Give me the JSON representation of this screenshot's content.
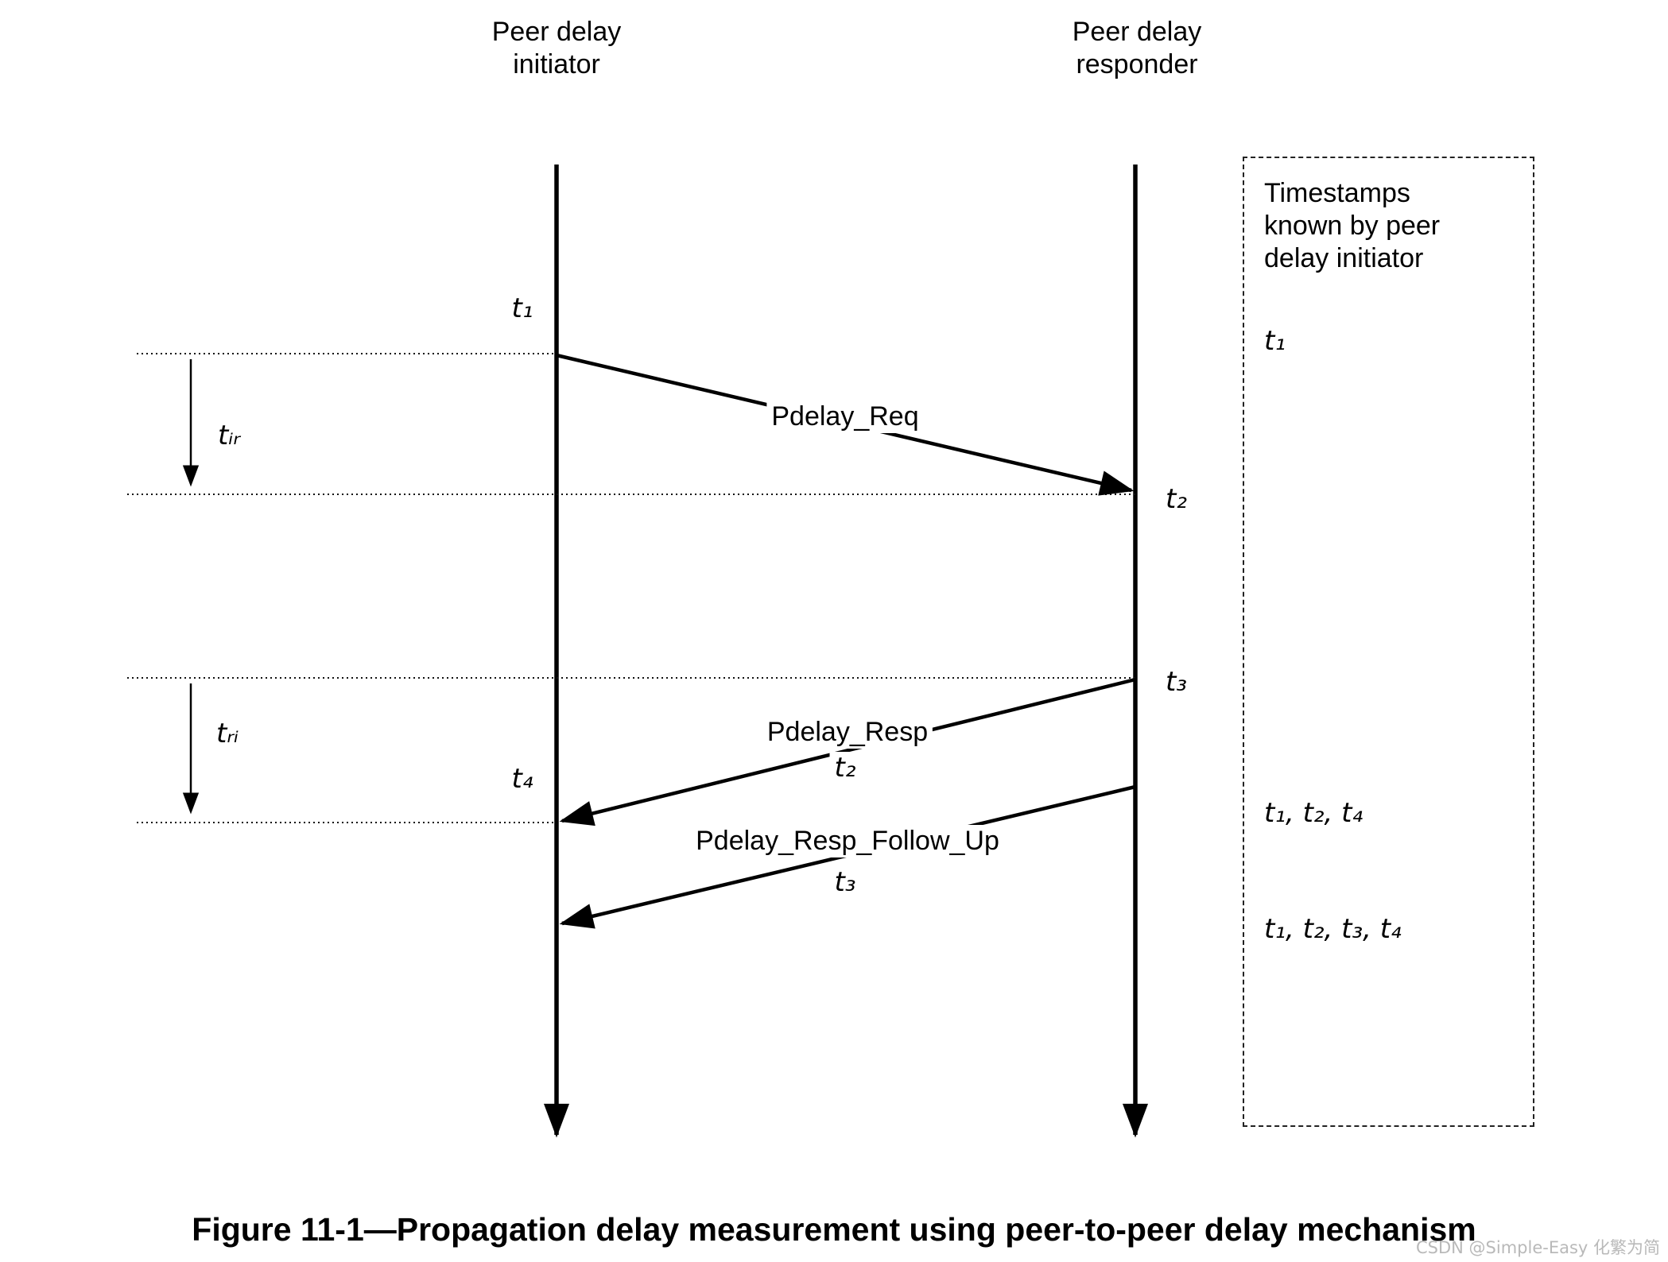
{
  "diagram": {
    "initiator_title": "Peer delay\ninitiator",
    "responder_title": "Peer delay\nresponder",
    "messages": {
      "pdelay_req": "Pdelay_Req",
      "pdelay_resp": "Pdelay_Resp",
      "pdelay_resp_carried_timestamp": "t₂",
      "pdelay_resp_follow_up": "Pdelay_Resp_Follow_Up",
      "pdelay_resp_follow_up_carried_timestamp": "t₃"
    },
    "timestamps": {
      "t1": "t₁",
      "t2": "t₂",
      "t3": "t₃",
      "t4": "t₄",
      "t_ir": "tᵢᵣ",
      "t_ri": "tᵣᵢ"
    },
    "known_box": {
      "title": "Timestamps\nknown by peer\ndelay initiator",
      "entries": [
        "t₁",
        "t₁, t₂, t₄",
        "t₁, t₂, t₃, t₄"
      ]
    }
  },
  "caption": "Figure 11-1—Propagation delay measurement using peer-to-peer delay mechanism",
  "watermark": "CSDN @Simple-Easy 化繁为简"
}
